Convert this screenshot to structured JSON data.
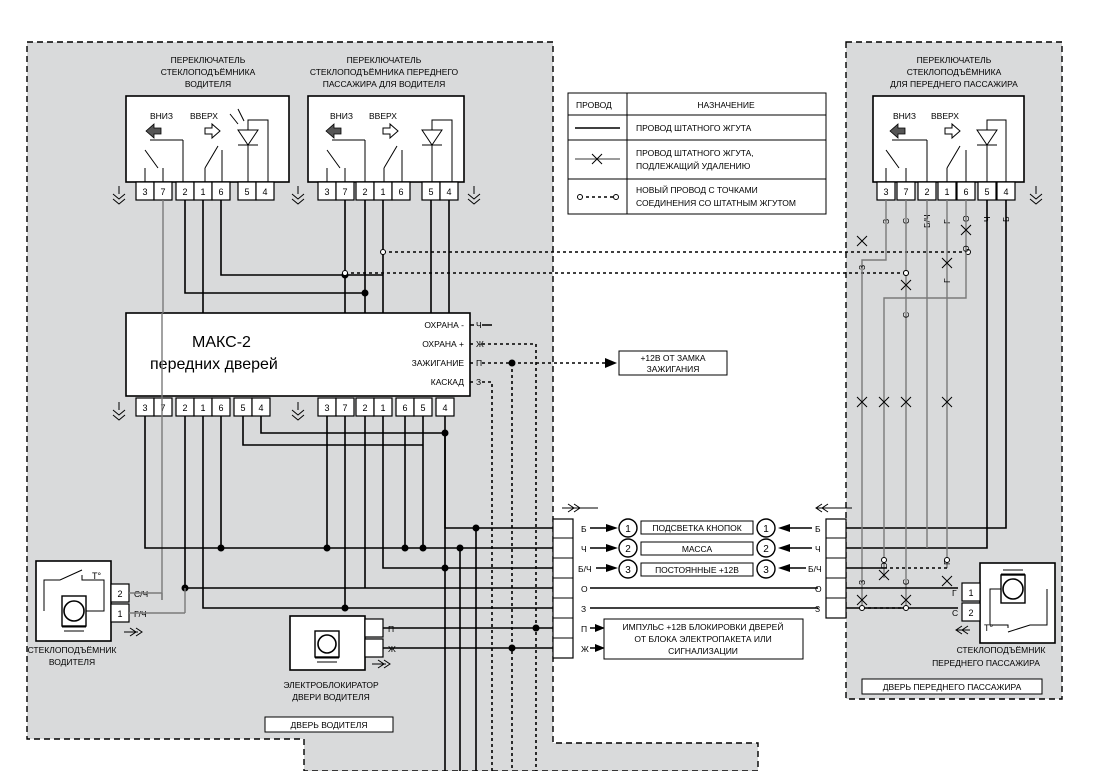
{
  "zones": {
    "driver_door": "ДВЕРЬ ВОДИТЕЛЯ",
    "passenger_door": "ДВЕРЬ ПЕРЕДНЕГО ПАССАЖИРА"
  },
  "switches": {
    "driver": {
      "title": [
        "ПЕРЕКЛЮЧАТЕЛЬ",
        "СТЕКЛОПОДЪЁМНИКА",
        "ВОДИТЕЛЯ"
      ],
      "down": "ВНИЗ",
      "up": "ВВЕРХ",
      "pins": [
        "3",
        "7",
        "2",
        "1",
        "6",
        "5",
        "4"
      ]
    },
    "passenger_for_driver": {
      "title": [
        "ПЕРЕКЛЮЧАТЕЛЬ",
        "СТЕКЛОПОДЪЁМНИКА ПЕРЕДНЕГО",
        "ПАССАЖИРА ДЛЯ ВОДИТЕЛЯ"
      ],
      "down": "ВНИЗ",
      "up": "ВВЕРХ",
      "pins": [
        "3",
        "7",
        "2",
        "1",
        "6",
        "5",
        "4"
      ]
    },
    "passenger": {
      "title": [
        "ПЕРЕКЛЮЧАТЕЛЬ",
        "СТЕКЛОПОДЪЁМНИКА",
        "ДЛЯ ПЕРЕДНЕГО ПАССАЖИРА"
      ],
      "down": "ВНИЗ",
      "up": "ВВЕРХ",
      "pins": [
        "3",
        "7",
        "2",
        "1",
        "6",
        "5",
        "4"
      ]
    }
  },
  "legend": {
    "headers": [
      "ПРОВОД",
      "НАЗНАЧЕНИЕ"
    ],
    "rows": [
      [
        "ПРОВОД ШТАТНОГО ЖГУТА"
      ],
      [
        "ПРОВОД ШТАТНОГО ЖГУТА,",
        "ПОДЛЕЖАЩИЙ УДАЛЕНИЮ"
      ],
      [
        "НОВЫЙ ПРОВОД С ТОЧКАМИ",
        "СОЕДИНЕНИЯ СО ШТАТНЫМ ЖГУТОМ"
      ]
    ]
  },
  "module": {
    "title": "МАКС-2",
    "subtitle": "передних дверей",
    "inputs": [
      {
        "label": "ОХРАНА -",
        "code": "Ч"
      },
      {
        "label": "ОХРАНА +",
        "code": "Ж"
      },
      {
        "label": "ЗАЖИГАНИЕ",
        "code": "П"
      },
      {
        "label": "КАСКАД",
        "code": "З"
      }
    ],
    "pins_a": [
      "3",
      "7",
      "2",
      "1",
      "6",
      "5",
      "4"
    ],
    "pins_b": [
      "3",
      "7",
      "2",
      "1",
      "6",
      "5",
      "4"
    ]
  },
  "ignition_note": [
    "+12В ОТ ЗАМКА",
    "ЗАЖИГАНИЯ"
  ],
  "passenger_wire_codes": [
    "З",
    "С",
    "Б/Ч",
    "Г",
    "О",
    "Ч",
    "Б"
  ],
  "connector": {
    "left_codes": [
      "Б",
      "Ч",
      "Б/Ч",
      "О",
      "З",
      "П",
      "Ж"
    ],
    "right_codes": [
      "Б",
      "Ч",
      "Б/Ч",
      "О",
      "З"
    ],
    "functions": [
      {
        "num": "1",
        "label": "ПОДСВЕТКА КНОПОК"
      },
      {
        "num": "2",
        "label": "МАССА"
      },
      {
        "num": "3",
        "label": "ПОСТОЯННЫЕ +12В"
      }
    ],
    "impulse": [
      "ИМПУЛЬС +12В БЛОКИРОВКИ ДВЕРЕЙ",
      "ОТ БЛОКА ЭЛЕКТРОПАКЕТА ИЛИ",
      "СИГНАЛИЗАЦИИ"
    ]
  },
  "motors": {
    "driver": {
      "label": [
        "СТЕКЛОПОДЪЁМНИК",
        "ВОДИТЕЛЯ"
      ],
      "pins": [
        "2",
        "1"
      ],
      "codes": [
        "С/Ч",
        "Г/Ч"
      ],
      "temp": "T°"
    },
    "passenger": {
      "label": [
        "СТЕКЛОПОДЪЁМНИК",
        "ПЕРЕДНЕГО ПАССАЖИРА"
      ],
      "pins": [
        "1",
        "2"
      ],
      "codes": [
        "Г",
        "С"
      ],
      "temp": "T°"
    }
  },
  "lock": {
    "label": [
      "ЭЛЕКТРОБЛОКИРАТОР",
      "ДВЕРИ ВОДИТЕЛЯ"
    ],
    "codes": [
      "П",
      "Ж"
    ]
  }
}
